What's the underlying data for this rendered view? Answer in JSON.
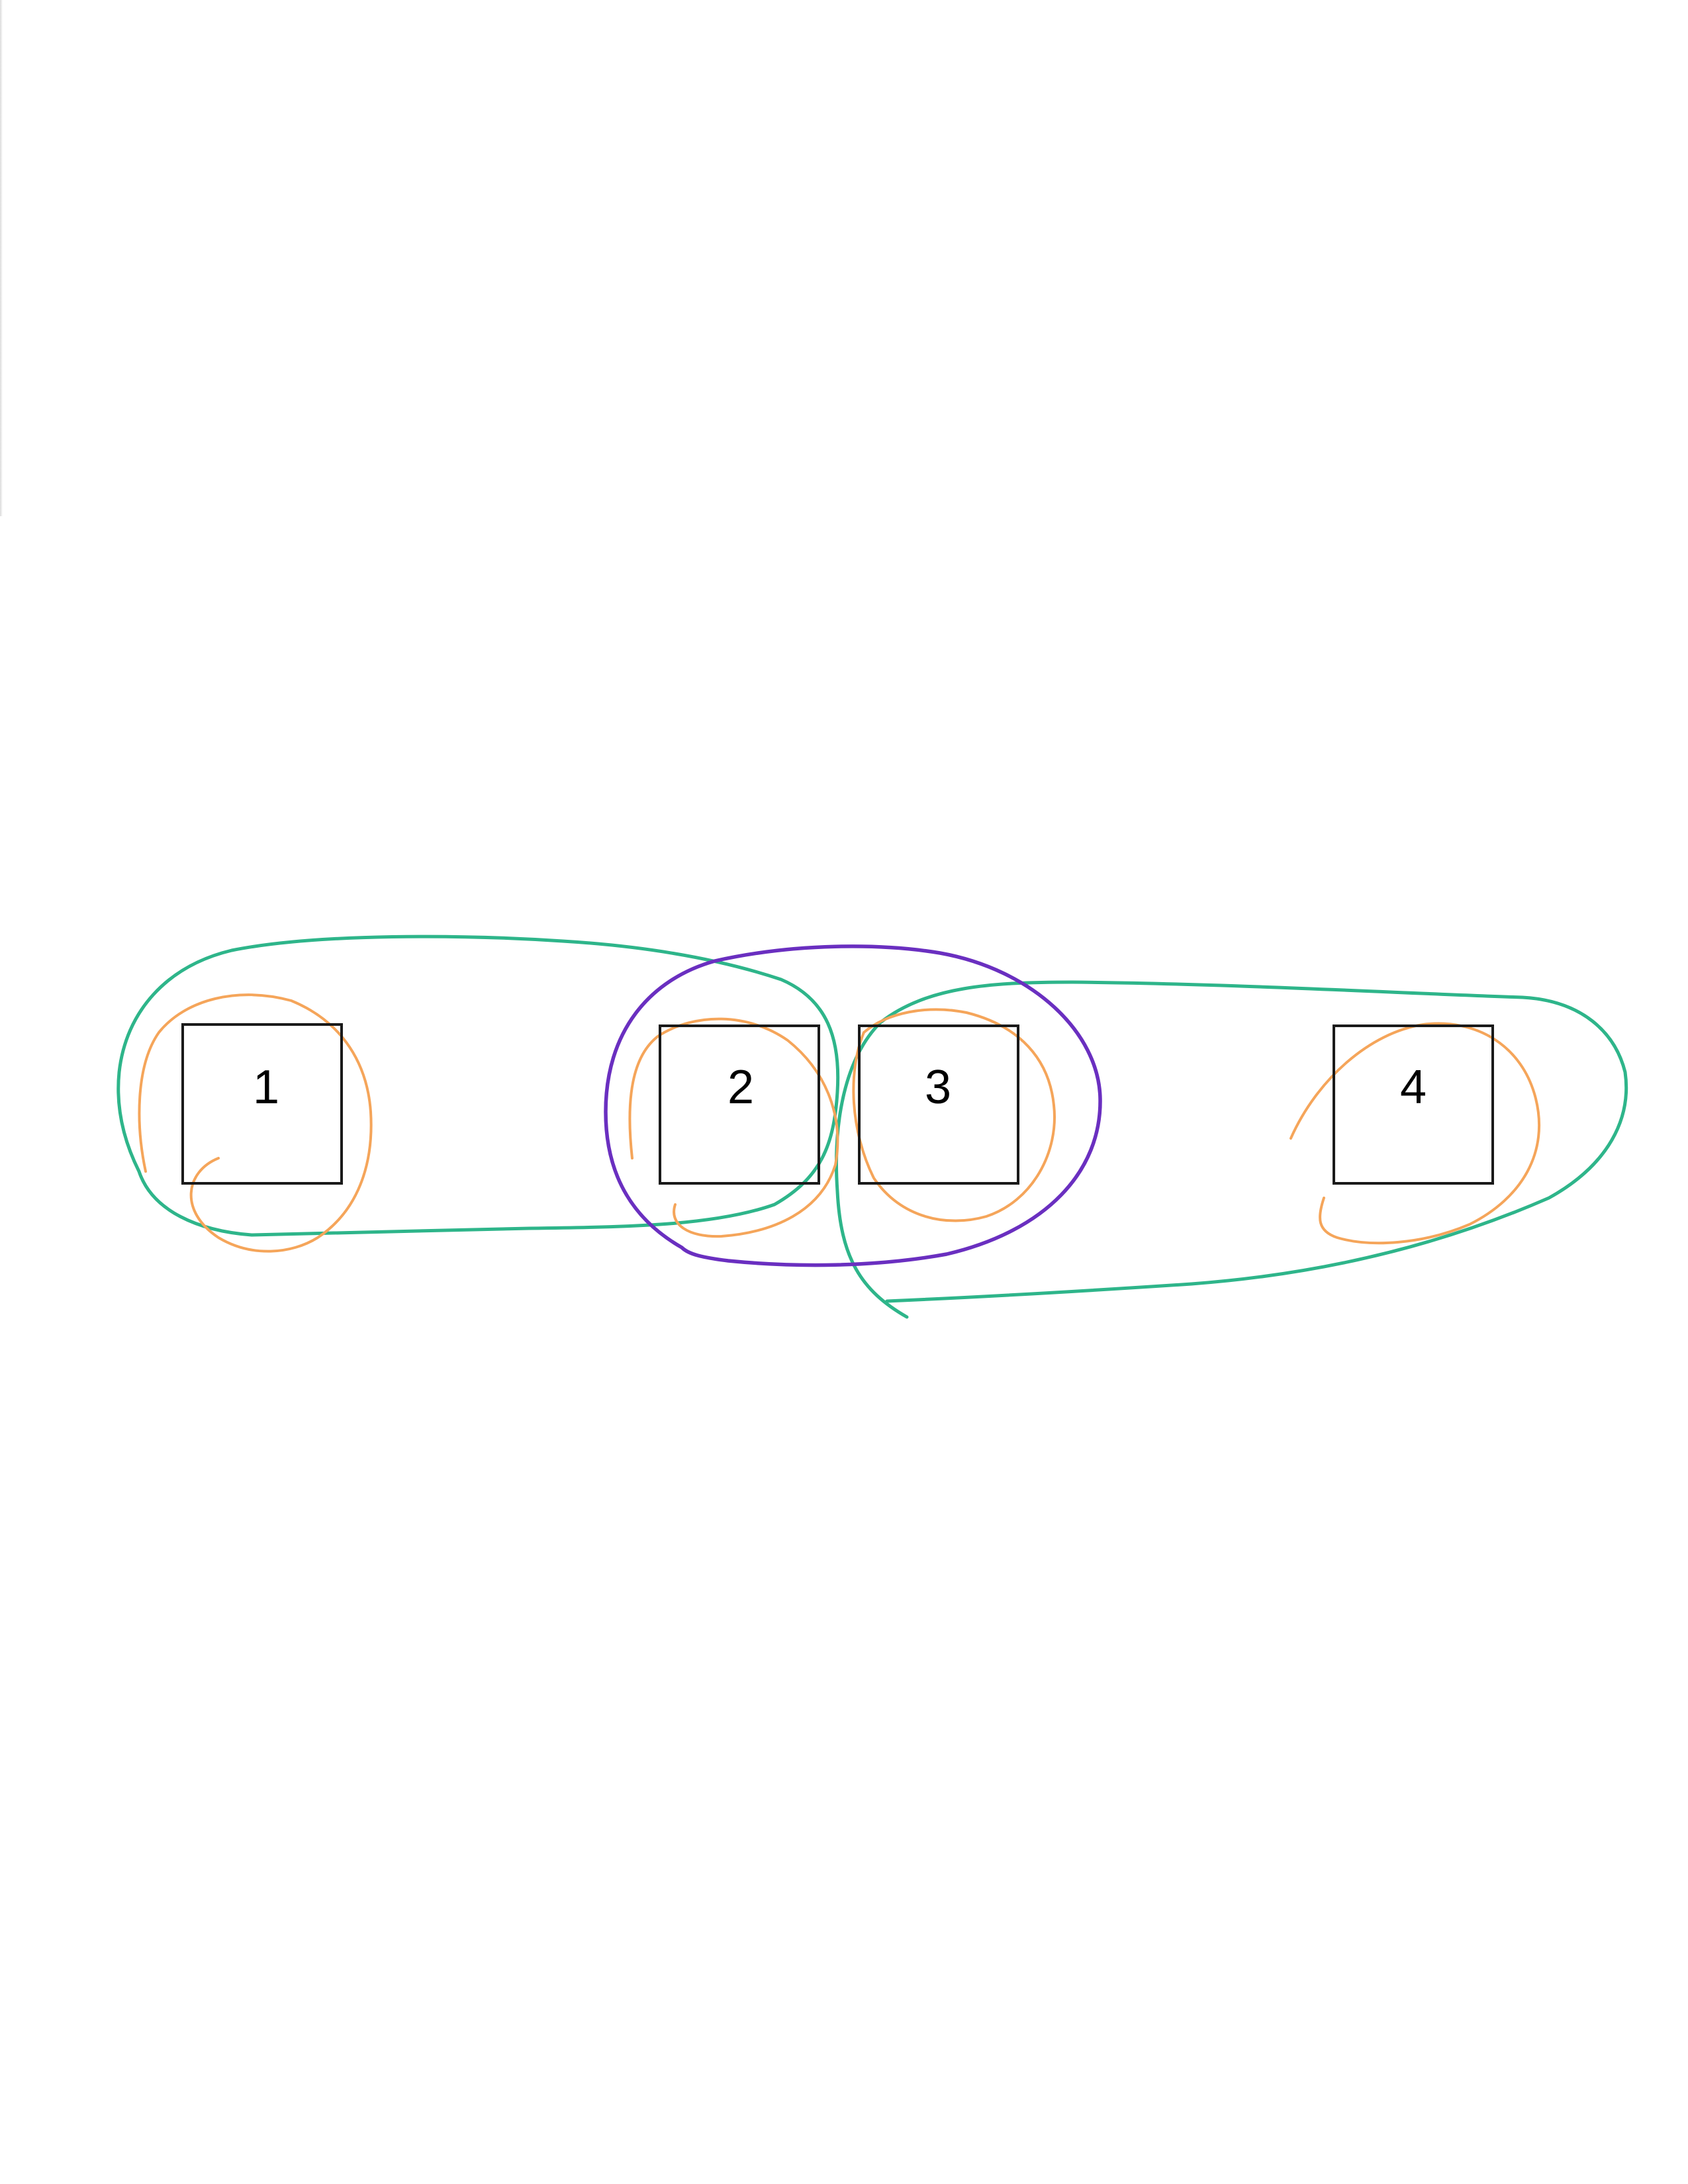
{
  "boxes": [
    {
      "label": "1"
    },
    {
      "label": "2"
    },
    {
      "label": "3"
    },
    {
      "label": "4"
    }
  ],
  "colors": {
    "orange": "#f5a55a",
    "green": "#2eb58a",
    "purple": "#6a2fc0",
    "box_stroke": "#1a1a1a"
  },
  "groupings": [
    {
      "color": "orange",
      "encloses": [
        "1"
      ]
    },
    {
      "color": "orange",
      "encloses": [
        "2"
      ]
    },
    {
      "color": "orange",
      "encloses": [
        "3"
      ]
    },
    {
      "color": "orange",
      "encloses": [
        "4"
      ]
    },
    {
      "color": "green",
      "encloses": [
        "1",
        "2"
      ]
    },
    {
      "color": "green",
      "encloses": [
        "3",
        "4"
      ]
    },
    {
      "color": "purple",
      "encloses": [
        "2",
        "3"
      ]
    }
  ]
}
